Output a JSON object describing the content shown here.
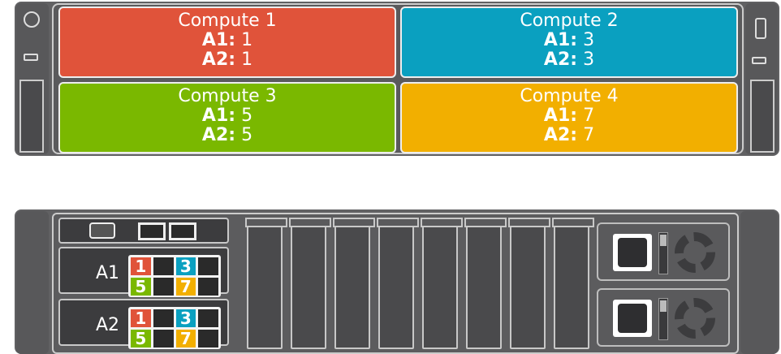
{
  "front": {
    "blades": [
      {
        "title": "Compute 1",
        "a1_label": "A1:",
        "a1": "1",
        "a2_label": "A2:",
        "a2": "1",
        "color": "#e0533a"
      },
      {
        "title": "Compute 2",
        "a1_label": "A1:",
        "a1": "3",
        "a2_label": "A2:",
        "a2": "3",
        "color": "#0aa0c0"
      },
      {
        "title": "Compute 3",
        "a1_label": "A1:",
        "a1": "5",
        "a2_label": "A2:",
        "a2": "5",
        "color": "#7ab800"
      },
      {
        "title": "Compute 4",
        "a1_label": "A1:",
        "a1": "7",
        "a2_label": "A2:",
        "a2": "7",
        "color": "#f2af00"
      }
    ]
  },
  "rear": {
    "modules": [
      {
        "label": "A1",
        "ports": [
          "1",
          "",
          "3",
          "",
          "5",
          "",
          "7",
          ""
        ]
      },
      {
        "label": "A2",
        "ports": [
          "1",
          "",
          "3",
          "",
          "5",
          "",
          "7",
          ""
        ]
      }
    ],
    "port_colors": {
      "1": "#e0533a",
      "3": "#0aa0c0",
      "5": "#7ab800",
      "7": "#f2af00"
    }
  }
}
